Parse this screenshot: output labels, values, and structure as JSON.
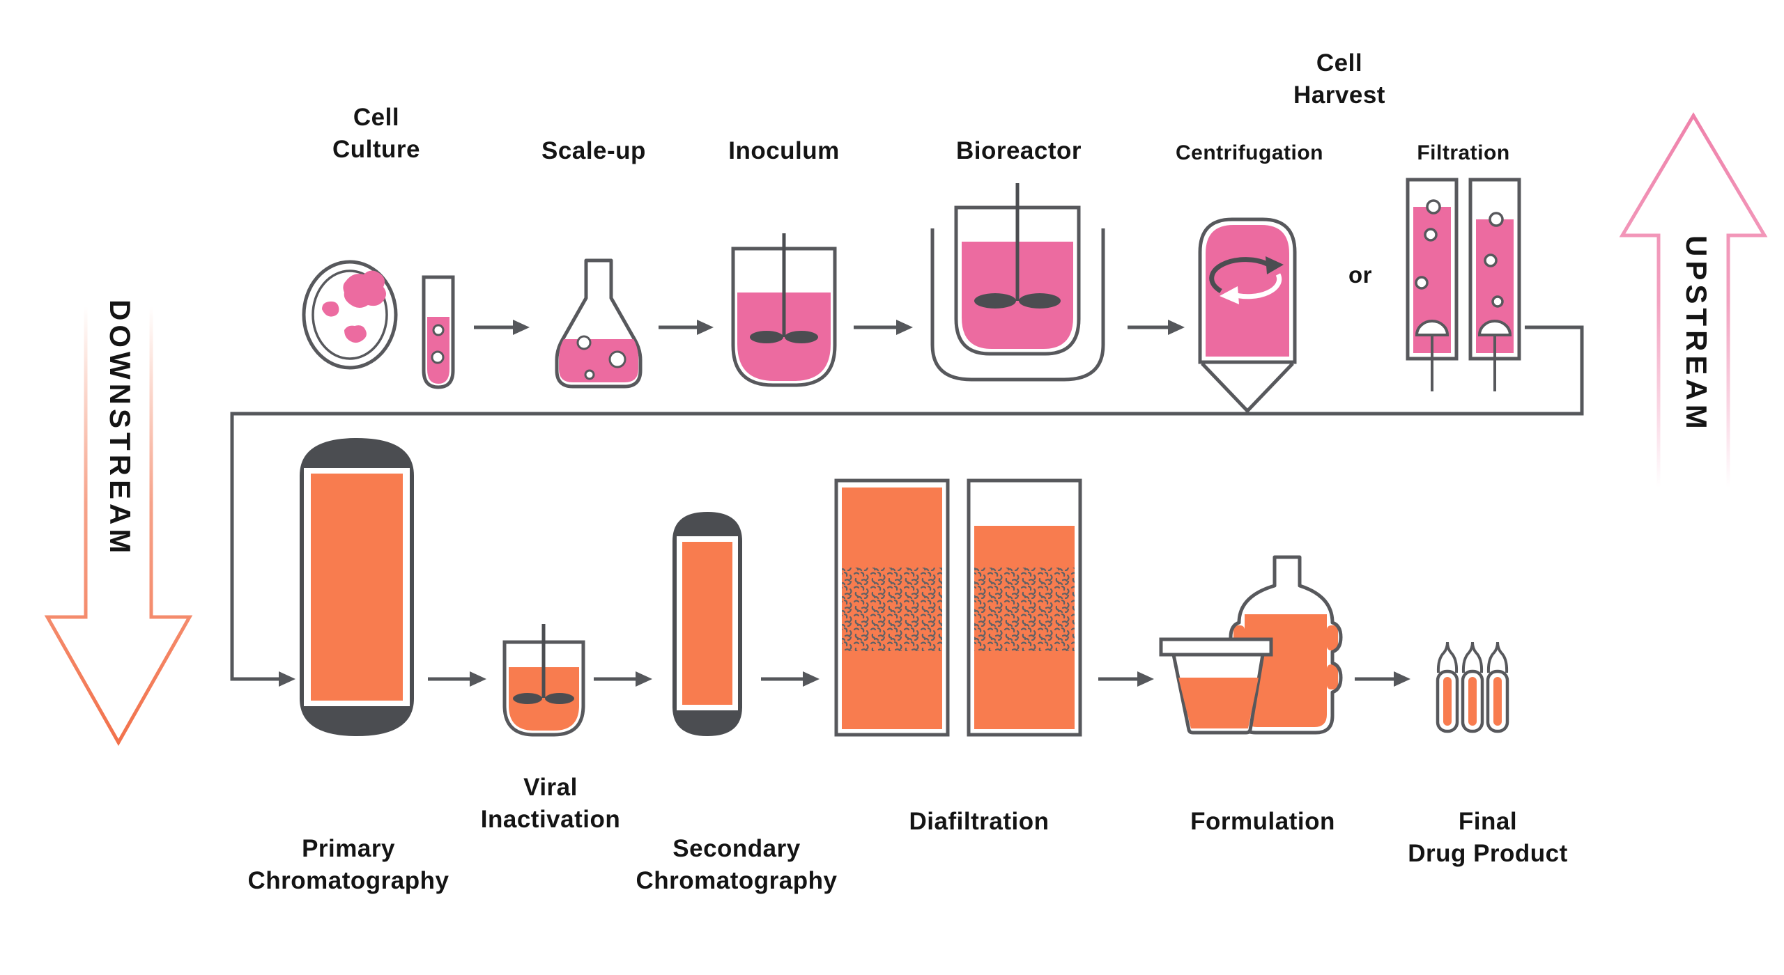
{
  "diagram": {
    "type": "bioprocess-flow",
    "upstream": {
      "direction_label": "UPSTREAM",
      "steps": [
        {
          "label": "Cell\nCulture",
          "icon": "petri-dish-and-test-tube-icon"
        },
        {
          "label": "Scale-up",
          "icon": "erlenmeyer-flask-icon"
        },
        {
          "label": "Inoculum",
          "icon": "stirred-beaker-icon"
        },
        {
          "label": "Bioreactor",
          "icon": "stirred-tank-bioreactor-icon"
        }
      ],
      "cell_harvest": {
        "label": "Cell\nHarvest",
        "option_a": {
          "label": "Centrifugation",
          "icon": "centrifuge-icon"
        },
        "conjunction": "or",
        "option_b": {
          "label": "Filtration",
          "icon": "filter-columns-icon"
        }
      }
    },
    "downstream": {
      "direction_label": "DOWNSTREAM",
      "steps": [
        {
          "label": "Primary\nChromatography",
          "icon": "chromatography-column-icon"
        },
        {
          "label": "Viral\nInactivation",
          "icon": "stirred-vessel-icon"
        },
        {
          "label": "Secondary\nChromatography",
          "icon": "chromatography-column-icon"
        },
        {
          "label": "Diafiltration",
          "icon": "diafiltration-columns-icon"
        },
        {
          "label": "Formulation",
          "icon": "bulk-container-and-carboy-icon"
        },
        {
          "label": "Final\nDrug Product",
          "icon": "ampoules-icon"
        }
      ]
    }
  },
  "colors": {
    "upstream_pink": "#ec6ba0",
    "downstream_orange": "#f87c4f",
    "outline_gray": "#57585c",
    "cap_dark": "#4b4d51",
    "flow_gray": "#55575b",
    "speckle_dark": "#5f6165",
    "upstream_arrow_pink": "#ef82ab",
    "downstream_arrow_orange": "#f2714b",
    "text_dark": "#141414"
  }
}
